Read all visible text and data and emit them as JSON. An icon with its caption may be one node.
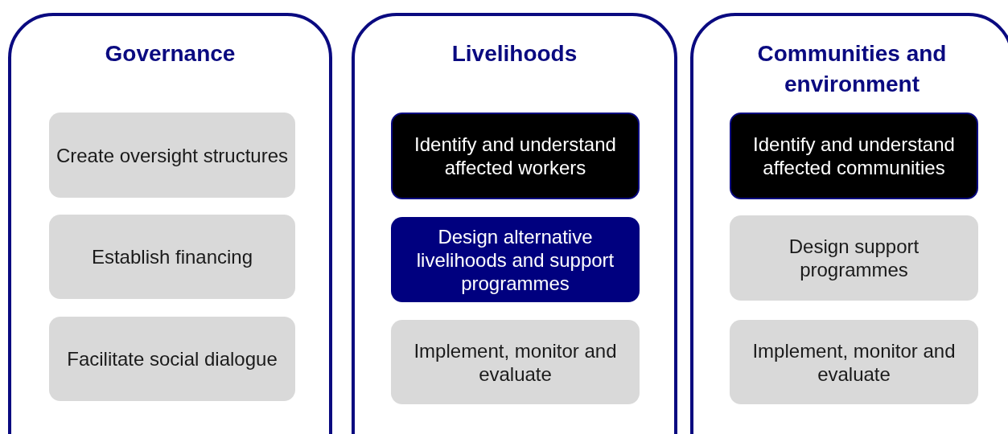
{
  "diagram": {
    "nodes": [
      {
        "text": [
          "Governance"
        ]
      },
      {
        "text": [
          "Create oversight structures"
        ],
        "in": 0
      },
      {
        "text": [
          "Establish financing"
        ],
        "in": 0
      },
      {
        "text": [
          "Facilitate social dialogue"
        ],
        "in": 0
      },
      {
        "text": [
          "Livelihoods"
        ]
      },
      {
        "text": [
          "Identify and understand affected workers"
        ],
        "in": 4
      },
      {
        "text": [
          "Design alternative livelihoods and support programmes"
        ],
        "in": 4
      },
      {
        "text": [
          "Implement, monitor and evaluate"
        ],
        "in": 4
      },
      {
        "text": [
          "Communities and environment"
        ]
      },
      {
        "text": [
          "Identify and understand affected communities"
        ],
        "in": 8
      },
      {
        "text": [
          "Design support programmes"
        ],
        "in": 8
      },
      {
        "text": [
          "Implement, monitor and evaluate"
        ],
        "in": 8
      }
    ]
  }
}
